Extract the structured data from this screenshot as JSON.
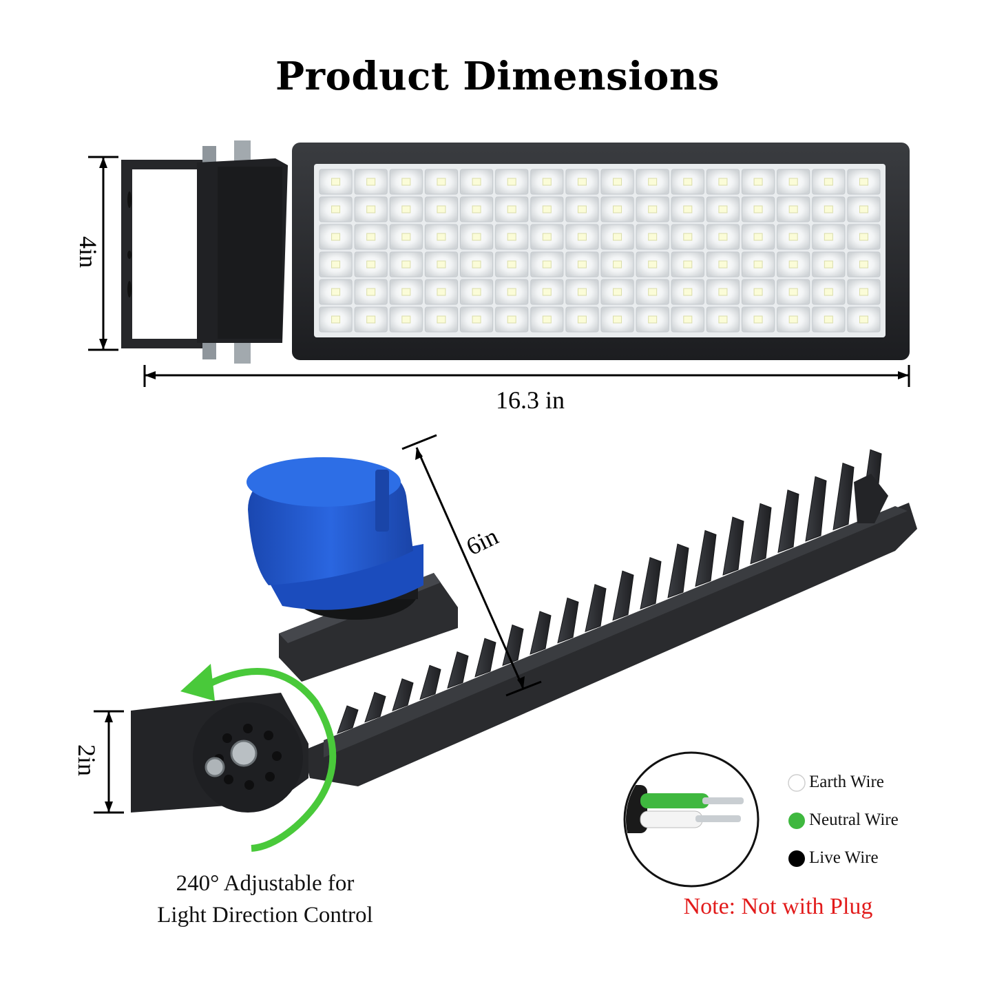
{
  "title": "Product Dimensions",
  "dimensions": {
    "height_top": "4in",
    "length_top": "16.3 in",
    "height_side": "6in",
    "bracket_height": "2in"
  },
  "caption": {
    "line1": "240° Adjustable for",
    "line2": "Light Direction Control"
  },
  "wires": [
    {
      "label": "Earth Wire",
      "color": "#ffffff"
    },
    {
      "label": "Neutral Wire",
      "color": "#3fb83f"
    },
    {
      "label": "Live Wire",
      "color": "#000000"
    }
  ],
  "note": "Note: Not with Plug",
  "colors": {
    "housing": "#2b2d30",
    "sensor": "#1f56c9",
    "arrow": "#49c93a",
    "note_red": "#e21b1b"
  },
  "led_grid": {
    "rows": 6,
    "cols": 16
  }
}
